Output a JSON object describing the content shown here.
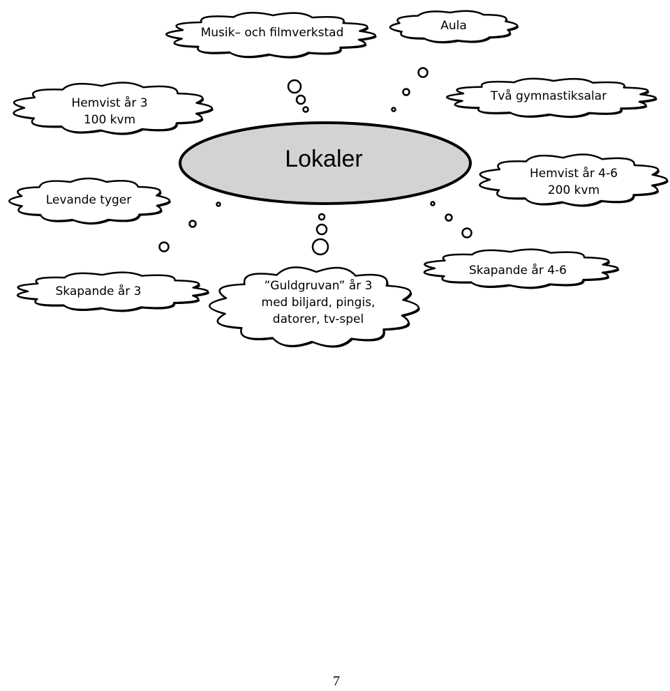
{
  "center": {
    "label": "Lokaler",
    "fill_color": "#d3d3d3",
    "stroke_color": "#000000"
  },
  "clouds": [
    {
      "id": "musik",
      "lines": [
        "Musik– och filmverkstad"
      ]
    },
    {
      "id": "aula",
      "lines": [
        "Aula"
      ]
    },
    {
      "id": "hemvist3",
      "lines": [
        "Hemvist år 3",
        "100 kvm"
      ]
    },
    {
      "id": "gymnastik",
      "lines": [
        "Två gymnastiksalar"
      ]
    },
    {
      "id": "levande",
      "lines": [
        "Levande tyger"
      ]
    },
    {
      "id": "hemvist46",
      "lines": [
        "Hemvist år 4-6",
        "200 kvm"
      ]
    },
    {
      "id": "skapande3",
      "lines": [
        "Skapande år 3"
      ]
    },
    {
      "id": "guldgruvan",
      "lines": [
        "”Guldgruvan” år 3",
        "med biljard, pingis,",
        "datorer, tv-spel"
      ]
    },
    {
      "id": "skapande46",
      "lines": [
        "Skapande år 4-6"
      ]
    }
  ],
  "page_number": "7"
}
